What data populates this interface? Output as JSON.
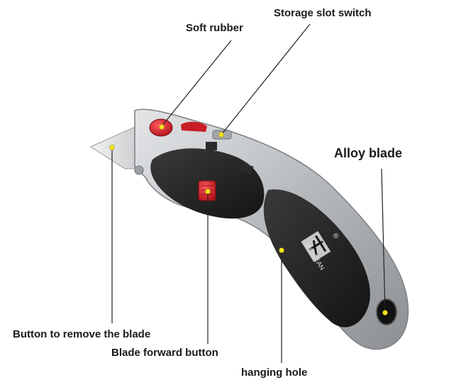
{
  "callouts": {
    "soft_rubber": "Soft rubber",
    "storage_slot_switch": "Storage slot switch",
    "alloy_blade": "Alloy blade",
    "remove_blade_button": "Button to remove the blade",
    "blade_forward_button": "Blade forward button",
    "hanging_hole": "hanging hole"
  },
  "brand": {
    "name": "JHOCEAN",
    "registered_mark": "®"
  },
  "colors": {
    "background": "#ffffff",
    "body_silver": "#b8bbbe",
    "grip_black": "#1e1e1e",
    "button_red": "#d31d26",
    "marker_yellow": "#f4e21a",
    "leader_line": "#222222"
  }
}
